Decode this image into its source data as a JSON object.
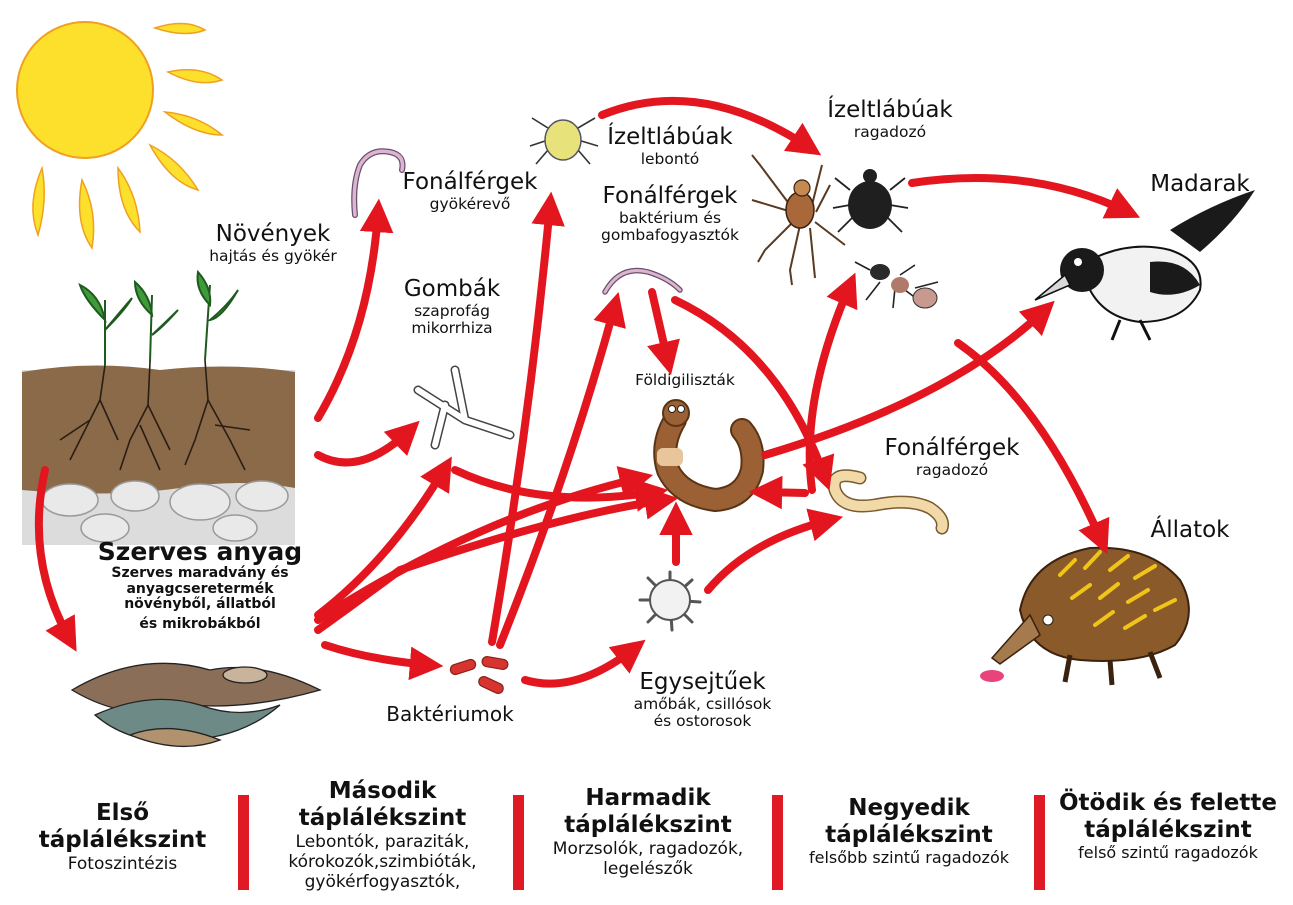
{
  "colors": {
    "arrow": "#e3161f",
    "sun": "#fde02c",
    "sun_edge": "#f0a020",
    "soil": "#8b6a4a",
    "level_bar": "#e01a24"
  },
  "nodes": {
    "plants": {
      "title": "Növények",
      "sub": "hajtás és gyökér"
    },
    "organic": {
      "title": "Szerves anyag",
      "line1": "Szerves maradvány és",
      "line2": "anyagcseretermék",
      "line3": "növényből, állatból",
      "line4": "és mikrobákból"
    },
    "root_nematodes": {
      "title": "Fonálférgek",
      "sub": "gyökérevő"
    },
    "fungi": {
      "title": "Gombák",
      "sub1": "szaprofág",
      "sub2": "mikorrhiza"
    },
    "arthropods_decomposer": {
      "title": "Ízeltlábúak",
      "sub": "lebontó"
    },
    "nematodes_bf": {
      "title": "Fonálférgek",
      "sub1": "baktérium és",
      "sub2": "gombafogyasztók"
    },
    "arthropods_predator": {
      "title": "Ízeltlábúak",
      "sub": "ragadozó"
    },
    "birds": {
      "title": "Madarak"
    },
    "earthworms": {
      "title": "Földigiliszták"
    },
    "nematodes_predator": {
      "title": "Fonálférgek",
      "sub": "ragadozó"
    },
    "animals": {
      "title": "Állatok"
    },
    "bacteria": {
      "title": "Baktériumok"
    },
    "protozoa": {
      "title": "Egysejtűek",
      "sub1": "amőbák, csillósok",
      "sub2": "és ostorosok"
    }
  },
  "levels": [
    {
      "title1": "Első",
      "title2": "táplálékszint",
      "desc1": "Fotoszintézis",
      "desc2": ""
    },
    {
      "title1": "Második",
      "title2": "táplálékszint",
      "desc1": "Lebontók, paraziták,",
      "desc2": "kórokozók,szimbióták,",
      "desc3": "gyökérfogyasztók,"
    },
    {
      "title1": "Harmadik",
      "title2": "táplálékszint",
      "desc1": "Morzsolók, ragadozók,",
      "desc2": "legelészők"
    },
    {
      "title1": "Negyedik",
      "title2": "táplálékszint",
      "desc1": "felsőbb szintű ragadozók"
    },
    {
      "title1": "Ötödik és felette",
      "title2": "táplálékszint",
      "desc1": "felső szintű ragadozók"
    }
  ]
}
